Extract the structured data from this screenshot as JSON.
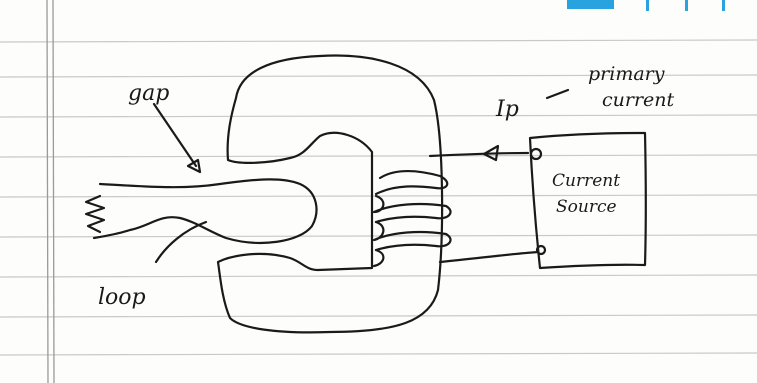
{
  "labels": {
    "gap": "gap",
    "loop": "loop",
    "ip": "Ip",
    "primary_line1": "primary",
    "primary_line2": "current",
    "source_line1": "Current",
    "source_line2": "Source"
  },
  "colors": {
    "ink": "#1a1a1a",
    "rule": "#c9c9c9",
    "accent": "#29a3e0"
  }
}
